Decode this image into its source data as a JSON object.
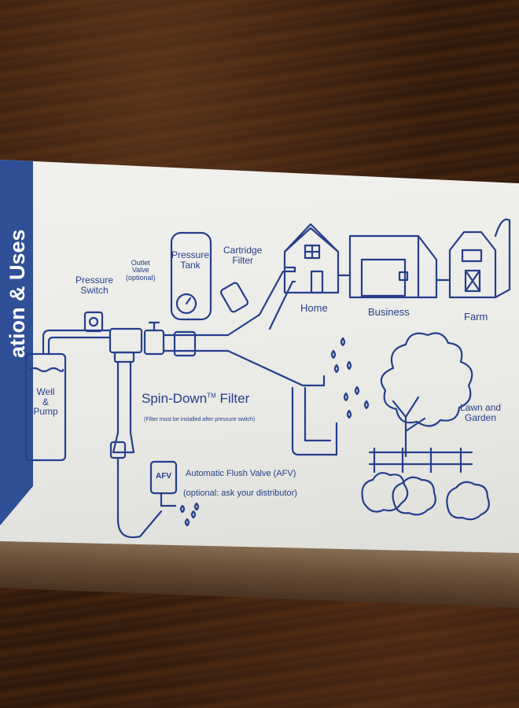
{
  "box": {
    "side_title": "ation & Uses",
    "labels": {
      "pressure_switch": "Pressure\nSwitch",
      "outlet_valve": "Outlet\nValve\n(optional)",
      "pressure_tank": "Pressure\nTank",
      "cartridge_filter": "Cartridge\nFilter",
      "home": "Home",
      "business": "Business",
      "farm": "Farm",
      "well_pump": "Well\n&\nPump",
      "spin_down": "Spin-Down",
      "spin_down_tm": "TM",
      "spin_down_filter": "Filter",
      "spin_down_note": "(Filter must be installed after pressure switch)",
      "afv_badge": "AFV",
      "afv_title": "Automatic Flush Valve (AFV)",
      "afv_note": "(optional: ask your distributor)",
      "lawn_garden": "Lawn and\nGarden"
    }
  },
  "colors": {
    "ink": "#243f8c",
    "band": "#2f4f96",
    "card": "#ecece8",
    "table": "#2c170b"
  }
}
